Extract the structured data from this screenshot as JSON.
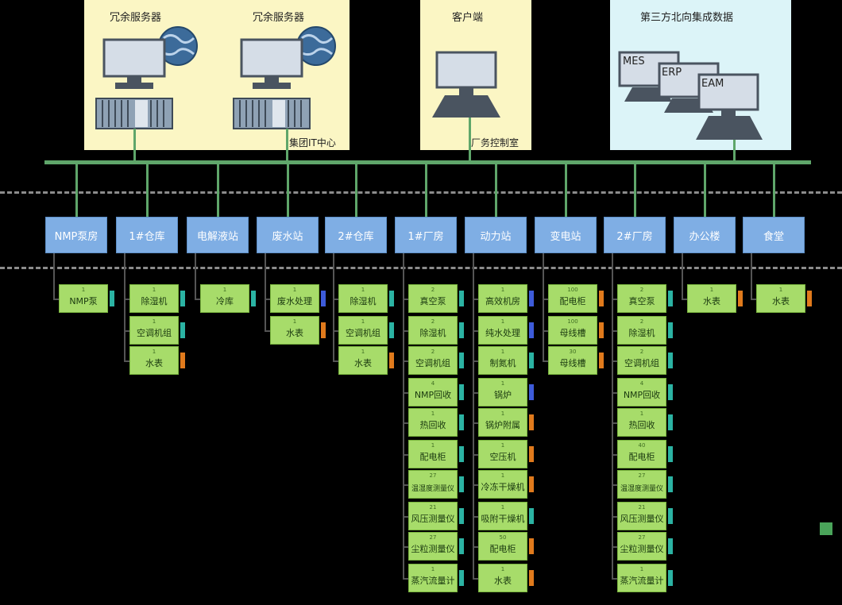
{
  "top": {
    "server1_label": "冗余服务器",
    "server2_label": "冗余服务器",
    "it_center_label": "集团IT中心",
    "client_label": "客户端",
    "control_room_label": "厂务控制室",
    "third_party_label": "第三方北向集成数据",
    "mes_label": "MES",
    "erp_label": "ERP",
    "eam_label": "EAM"
  },
  "colors": {
    "network": "#5fa66a",
    "site_box": "#7faee4",
    "device_box": "#a7dc6a",
    "indicator_teal": "#2bb3a3",
    "indicator_orange": "#e07a1c",
    "indicator_blue": "#3d5bd9"
  },
  "sites": [
    {
      "label": "NMP泵房",
      "devices": [
        {
          "num": "1",
          "label": "NMP泵",
          "ind": "teal"
        }
      ]
    },
    {
      "label": "1#仓库",
      "devices": [
        {
          "num": "1",
          "label": "除湿机",
          "ind": "teal"
        },
        {
          "num": "1",
          "label": "空调机组",
          "ind": "teal"
        },
        {
          "num": "1",
          "label": "水表",
          "ind": "orange"
        }
      ]
    },
    {
      "label": "电解液站",
      "devices": [
        {
          "num": "1",
          "label": "冷库",
          "ind": "teal"
        }
      ]
    },
    {
      "label": "废水站",
      "devices": [
        {
          "num": "1",
          "label": "废水处理",
          "ind": "blue"
        },
        {
          "num": "1",
          "label": "水表",
          "ind": "orange"
        }
      ]
    },
    {
      "label": "2#仓库",
      "devices": [
        {
          "num": "1",
          "label": "除湿机",
          "ind": "teal"
        },
        {
          "num": "1",
          "label": "空调机组",
          "ind": "teal"
        },
        {
          "num": "1",
          "label": "水表",
          "ind": "orange"
        }
      ]
    },
    {
      "label": "1#厂房",
      "devices": [
        {
          "num": "2",
          "label": "真空泵",
          "ind": "teal"
        },
        {
          "num": "2",
          "label": "除湿机",
          "ind": "teal"
        },
        {
          "num": "2",
          "label": "空调机组",
          "ind": "teal"
        },
        {
          "num": "4",
          "label": "NMP回收",
          "ind": "teal"
        },
        {
          "num": "1",
          "label": "热回收",
          "ind": "teal"
        },
        {
          "num": "1",
          "label": "配电柜",
          "ind": "teal"
        },
        {
          "num": "27",
          "label": "温湿度测量仪",
          "ind": "teal"
        },
        {
          "num": "21",
          "label": "风压测量仪",
          "ind": "teal"
        },
        {
          "num": "27",
          "label": "尘粒测量仪",
          "ind": "teal"
        },
        {
          "num": "1",
          "label": "蒸汽流量计",
          "ind": "teal"
        }
      ]
    },
    {
      "label": "动力站",
      "devices": [
        {
          "num": "1",
          "label": "高效机房",
          "ind": "blue"
        },
        {
          "num": "1",
          "label": "纯水处理",
          "ind": "blue"
        },
        {
          "num": "1",
          "label": "制氮机",
          "ind": "teal"
        },
        {
          "num": "1",
          "label": "锅炉",
          "ind": "blue"
        },
        {
          "num": "1",
          "label": "锅炉附属",
          "ind": "orange"
        },
        {
          "num": "1",
          "label": "空压机",
          "ind": "orange"
        },
        {
          "num": "1",
          "label": "冷冻干燥机",
          "ind": "orange"
        },
        {
          "num": "1",
          "label": "吸附干燥机",
          "ind": "teal"
        },
        {
          "num": "50",
          "label": "配电柜",
          "ind": "orange"
        },
        {
          "num": "1",
          "label": "水表",
          "ind": "orange"
        }
      ]
    },
    {
      "label": "变电站",
      "devices": [
        {
          "num": "100",
          "label": "配电柜",
          "ind": "orange"
        },
        {
          "num": "100",
          "label": "母线槽",
          "ind": "orange"
        },
        {
          "num": "30",
          "label": "母线槽",
          "ind": "orange"
        }
      ]
    },
    {
      "label": "2#厂房",
      "devices": [
        {
          "num": "2",
          "label": "真空泵",
          "ind": "teal"
        },
        {
          "num": "2",
          "label": "除湿机",
          "ind": "teal"
        },
        {
          "num": "2",
          "label": "空调机组",
          "ind": "teal"
        },
        {
          "num": "4",
          "label": "NMP回收",
          "ind": "teal"
        },
        {
          "num": "1",
          "label": "热回收",
          "ind": "teal"
        },
        {
          "num": "40",
          "label": "配电柜",
          "ind": "teal"
        },
        {
          "num": "27",
          "label": "温湿度测量仪",
          "ind": "teal"
        },
        {
          "num": "21",
          "label": "风压测量仪",
          "ind": "teal"
        },
        {
          "num": "27",
          "label": "尘粒测量仪",
          "ind": "teal"
        },
        {
          "num": "1",
          "label": "蒸汽流量计",
          "ind": "teal"
        }
      ]
    },
    {
      "label": "办公楼",
      "devices": [
        {
          "num": "1",
          "label": "水表",
          "ind": "orange"
        }
      ]
    },
    {
      "label": "食堂",
      "devices": [
        {
          "num": "1",
          "label": "水表",
          "ind": "orange"
        }
      ]
    }
  ]
}
